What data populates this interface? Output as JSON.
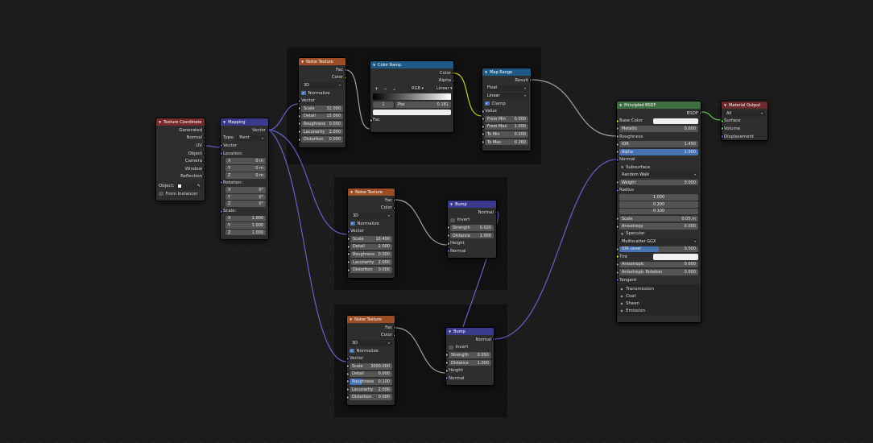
{
  "nodes": {
    "tex_coord": {
      "title": "Texture Coordinate",
      "outputs": [
        "Generated",
        "Normal",
        "UV",
        "Object",
        "Camera",
        "Window",
        "Reflection"
      ],
      "object_label": "Object:",
      "from_instancer": "From Instancer"
    },
    "mapping": {
      "title": "Mapping",
      "out": "Vector",
      "type_label": "Type:",
      "type_value": "Point",
      "vector_in": "Vector",
      "location_label": "Location:",
      "location": [
        {
          "a": "X",
          "v": "0 m"
        },
        {
          "a": "Y",
          "v": "0 m"
        },
        {
          "a": "Z",
          "v": "0 m"
        }
      ],
      "rotation_label": "Rotation:",
      "rotation": [
        {
          "a": "X",
          "v": "0°"
        },
        {
          "a": "Y",
          "v": "0°"
        },
        {
          "a": "Z",
          "v": "0°"
        }
      ],
      "scale_label": "Scale:",
      "scale": [
        {
          "a": "X",
          "v": "1.000"
        },
        {
          "a": "Y",
          "v": "1.000"
        },
        {
          "a": "Z",
          "v": "1.000"
        }
      ]
    },
    "noise1": {
      "title": "Noise Texture",
      "outputs": [
        "Fac",
        "Color"
      ],
      "dim": "3D",
      "normalize": "Normalize",
      "vector": "Vector",
      "fields": [
        {
          "k": "Scale",
          "v": "32.000"
        },
        {
          "k": "Detail",
          "v": "15.000"
        },
        {
          "k": "Roughness",
          "v": "0.000"
        },
        {
          "k": "Lacunarity",
          "v": "2.000"
        },
        {
          "k": "Distortion",
          "v": "0.000"
        }
      ]
    },
    "color_ramp": {
      "title": "Color Ramp",
      "outputs": [
        "Color",
        "Alpha"
      ],
      "toolbar": [
        "+",
        "−",
        "⌄"
      ],
      "mode": "RGB",
      "interp": "Linear",
      "index": "1",
      "pos_label": "Pos",
      "pos_value": "0.181",
      "fac": "Fac"
    },
    "map_range": {
      "title": "Map Range",
      "out": "Result",
      "data_type": "Float",
      "interp": "Linear",
      "clamp": "Clamp",
      "value": "Value",
      "fields": [
        {
          "k": "From Min",
          "v": "0.000"
        },
        {
          "k": "From Max",
          "v": "1.000"
        },
        {
          "k": "To Min",
          "v": "0.200"
        },
        {
          "k": "To Max",
          "v": "0.260"
        }
      ]
    },
    "noise2": {
      "title": "Noise Texture",
      "outputs": [
        "Fac",
        "Color"
      ],
      "dim": "3D",
      "normalize": "Normalize",
      "vector": "Vector",
      "fields": [
        {
          "k": "Scale",
          "v": "18.400"
        },
        {
          "k": "Detail",
          "v": "2.000"
        },
        {
          "k": "Roughness",
          "v": "0.000"
        },
        {
          "k": "Lacunarity",
          "v": "2.000"
        },
        {
          "k": "Distortion",
          "v": "0.000"
        }
      ]
    },
    "bump1": {
      "title": "Bump",
      "out": "Normal",
      "invert": "Invert",
      "fields": [
        {
          "k": "Strength",
          "v": "0.020"
        },
        {
          "k": "Distance",
          "v": "1.000"
        }
      ],
      "inputs": [
        "Height",
        "Normal"
      ]
    },
    "noise3": {
      "title": "Noise Texture",
      "outputs": [
        "Fac",
        "Color"
      ],
      "dim": "3D",
      "normalize": "Normalize",
      "vector": "Vector",
      "fields": [
        {
          "k": "Scale",
          "v": "3000.000"
        },
        {
          "k": "Detail",
          "v": "0.000"
        },
        {
          "k": "Roughness",
          "v": "0.100"
        },
        {
          "k": "Lacunarity",
          "v": "2.000"
        },
        {
          "k": "Distortion",
          "v": "0.000"
        }
      ]
    },
    "bump2": {
      "title": "Bump",
      "out": "Normal",
      "invert": "Invert",
      "fields": [
        {
          "k": "Strength",
          "v": "0.050"
        },
        {
          "k": "Distance",
          "v": "1.000"
        }
      ],
      "inputs": [
        "Height",
        "Normal"
      ]
    },
    "bsdf": {
      "title": "Principled BSDF",
      "out": "BSDF",
      "base_color": "Base Color",
      "metallic": {
        "k": "Metallic",
        "v": "0.000"
      },
      "roughness": "Roughness",
      "ior": {
        "k": "IOR",
        "v": "1.450"
      },
      "alpha": {
        "k": "Alpha",
        "v": "1.000"
      },
      "normal": "Normal",
      "subsurface": "Subsurface",
      "sss_method": "Random Walk",
      "weight": {
        "k": "Weight",
        "v": "0.000"
      },
      "radius": "Radius",
      "radius_vals": [
        "1.000",
        "0.200",
        "0.100"
      ],
      "scale": {
        "k": "Scale",
        "v": "0.05 m"
      },
      "anisotropy": {
        "k": "Anisotropy",
        "v": "0.000"
      },
      "specular": "Specular",
      "spec_dist": "Multiscatter GGX",
      "ior_level": {
        "k": "IOR Level",
        "v": "0.500"
      },
      "tint": "Tint",
      "anisotropic": {
        "k": "Anisotropic",
        "v": "0.000"
      },
      "aniso_rot": {
        "k": "Anisotropic Rotation",
        "v": "0.000"
      },
      "tangent": "Tangent",
      "panels": [
        "Transmission",
        "Coat",
        "Sheen",
        "Emission"
      ]
    },
    "output": {
      "title": "Material Output",
      "target": "All",
      "inputs": [
        "Surface",
        "Volume",
        "Displacement"
      ]
    }
  },
  "colors": {
    "wire_vector": "#6363c7",
    "wire_float": "#a1a1a1",
    "wire_shader": "#63c763",
    "header_texture": "#9a4d24",
    "header_converter": "#1f5a87",
    "header_vector": "#393a8c",
    "header_shader": "#3e6e42",
    "header_output": "#6a2a2a"
  },
  "icons": [
    "chevron-down-icon",
    "eyedropper-icon",
    "check-icon",
    "chevron-right-icon"
  ]
}
